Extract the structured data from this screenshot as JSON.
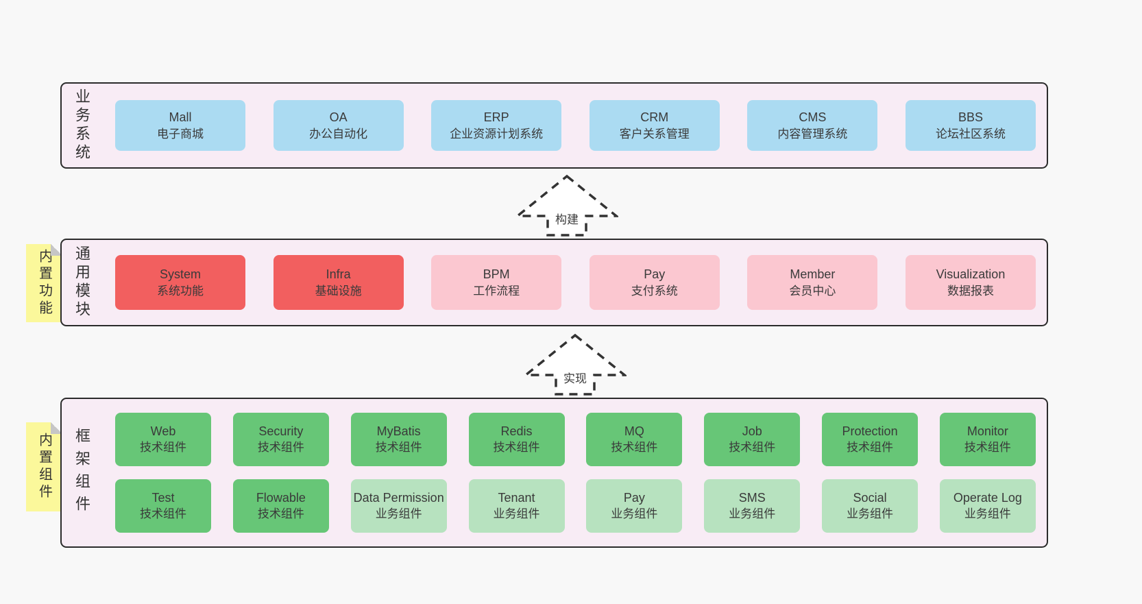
{
  "sections": [
    {
      "label": "业务系统",
      "boxes": [
        {
          "name": "Mall",
          "desc": "电子商城"
        },
        {
          "name": "OA",
          "desc": "办公自动化"
        },
        {
          "name": "ERP",
          "desc": "企业资源计划系统"
        },
        {
          "name": "CRM",
          "desc": "客户关系管理"
        },
        {
          "name": "CMS",
          "desc": "内容管理系统"
        },
        {
          "name": "BBS",
          "desc": "论坛社区系统"
        }
      ]
    },
    {
      "label": "通用模块",
      "sticky": "内置功能",
      "boxes": [
        {
          "name": "System",
          "desc": "系统功能"
        },
        {
          "name": "Infra",
          "desc": "基础设施"
        },
        {
          "name": "BPM",
          "desc": "工作流程"
        },
        {
          "name": "Pay",
          "desc": "支付系统"
        },
        {
          "name": "Member",
          "desc": "会员中心"
        },
        {
          "name": "Visualization",
          "desc": "数据报表"
        }
      ]
    },
    {
      "label": "框架组件",
      "sticky": "内置组件",
      "row1": [
        {
          "name": "Web",
          "desc": "技术组件"
        },
        {
          "name": "Security",
          "desc": "技术组件"
        },
        {
          "name": "MyBatis",
          "desc": "技术组件"
        },
        {
          "name": "Redis",
          "desc": "技术组件"
        },
        {
          "name": "MQ",
          "desc": "技术组件"
        },
        {
          "name": "Job",
          "desc": "技术组件"
        },
        {
          "name": "Protection",
          "desc": "技术组件"
        },
        {
          "name": "Monitor",
          "desc": "技术组件"
        }
      ],
      "row2": [
        {
          "name": "Test",
          "desc": "技术组件"
        },
        {
          "name": "Flowable",
          "desc": "技术组件"
        },
        {
          "name": "Data Permission",
          "desc": "业务组件"
        },
        {
          "name": "Tenant",
          "desc": "业务组件"
        },
        {
          "name": "Pay",
          "desc": "业务组件"
        },
        {
          "name": "SMS",
          "desc": "业务组件"
        },
        {
          "name": "Social",
          "desc": "业务组件"
        },
        {
          "name": "Operate Log",
          "desc": "业务组件"
        }
      ]
    }
  ],
  "arrows": [
    {
      "label": "构建"
    },
    {
      "label": "实现"
    }
  ],
  "colors": {
    "background": "#f8f8f8",
    "panel_fill": "#f8ecf5",
    "panel_border": "#2b2b2b",
    "blue_box": "#abdbf2",
    "red_box": "#f25f5f",
    "pink_box": "#fbc7d0",
    "green_box": "#67c677",
    "light_green_box": "#b7e2bf",
    "sticky_note": "#fbf89b"
  }
}
